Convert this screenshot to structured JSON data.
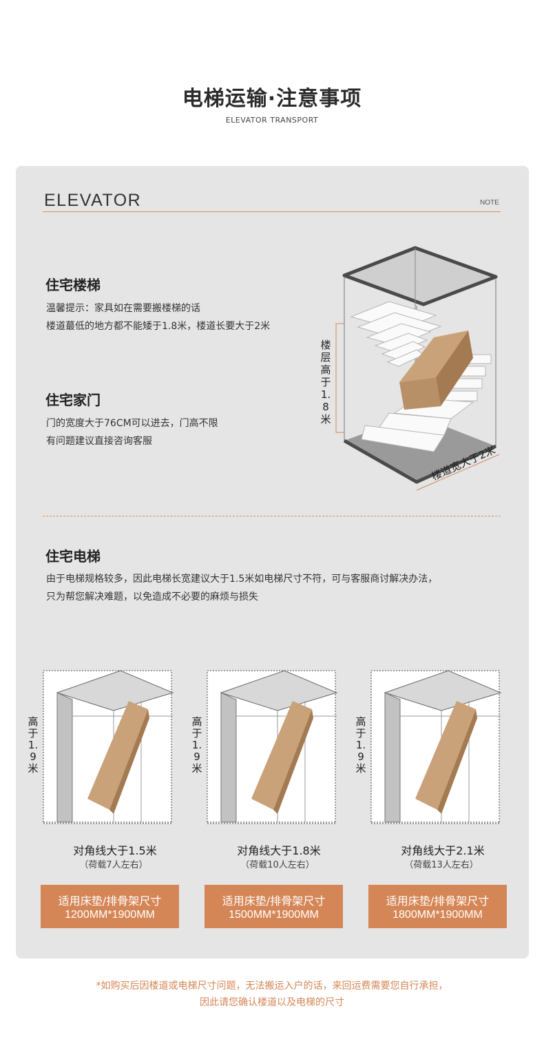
{
  "header": {
    "title": "电梯运输·注意事项",
    "subtitle": "ELEVATOR TRANSPORT"
  },
  "card": {
    "label": "ELEVATOR",
    "note": "NOTE"
  },
  "stairs_section": {
    "heading": "住宅楼梯",
    "lines": [
      "温馨提示：家具如在需要搬楼梯的话",
      "楼道蕞低的地方都不能矮于1.8米，楼道长要大于2米"
    ],
    "height_label": "楼层高于1.8米",
    "width_label": "楼道宽大于2米"
  },
  "door_section": {
    "heading": "住宅家门",
    "lines": [
      "门的宽度大于76CM可以进去，门高不限",
      "有问题建议直接咨询客服"
    ]
  },
  "elevator_section": {
    "heading": "住宅电梯",
    "lines": [
      "由于电梯规格较多，因此电梯长宽建议大于1.5米如电梯尺寸不符，可与客服商讨解决办法，",
      "只为帮您解决难题，以免造成不必要的麻烦与损失"
    ]
  },
  "elevators": [
    {
      "height_label": "高于1.9米",
      "diagonal": "对角线大于1.5米",
      "capacity": "（荷载7人左右）",
      "size_title": "适用床垫/排骨架尺寸",
      "size_value": "1200MM*1900MM"
    },
    {
      "height_label": "高于1.9米",
      "diagonal": "对角线大于1.8米",
      "capacity": "（荷载10人左右）",
      "size_title": "适用床垫/排骨架尺寸",
      "size_value": "1500MM*1900MM"
    },
    {
      "height_label": "高于1.9米",
      "diagonal": "对角线大于2.1米",
      "capacity": "（荷载13人左右）",
      "size_title": "适用床垫/排骨架尺寸",
      "size_value": "1800MM*1900MM"
    }
  ],
  "footnote": {
    "line1": "*如购买后因楼道或电梯尺寸问题，无法搬运入户的话，来回运费需要您自行承担，",
    "line2": "因此请您确认楼道以及电梯的尺寸"
  },
  "colors": {
    "accent": "#d58656",
    "card_bg": "#e5e5e5",
    "box": "#b89068"
  }
}
